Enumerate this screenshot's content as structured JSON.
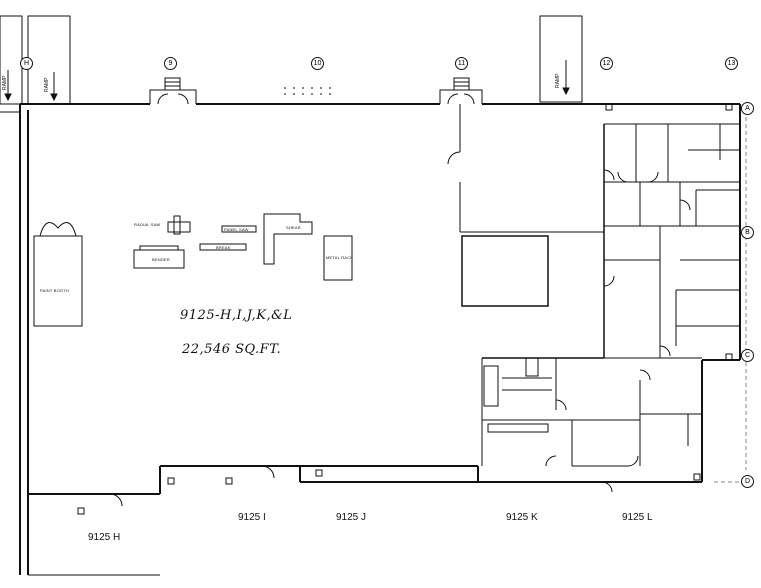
{
  "plan": {
    "title": "9125-H,I,J,K,&L",
    "area": "22,546 SQ.FT."
  },
  "units": [
    "9125 H",
    "9125 I",
    "9125 J",
    "9125 K",
    "9125 L"
  ],
  "grid_columns": [
    "9",
    "10",
    "11",
    "12",
    "13"
  ],
  "grid_rows": [
    "A",
    "B",
    "C",
    "D"
  ],
  "grid_left": "H",
  "ramp_label": "RAMP",
  "equipment": {
    "paint_booth": "PAINT BOOTH",
    "radial_saw": "RADIAL SAW",
    "bender": "BENDER",
    "panel_saw": "PANEL SAW",
    "break": "BREAK",
    "shear": "SHEAR",
    "metal_rack": "METAL RACK"
  }
}
